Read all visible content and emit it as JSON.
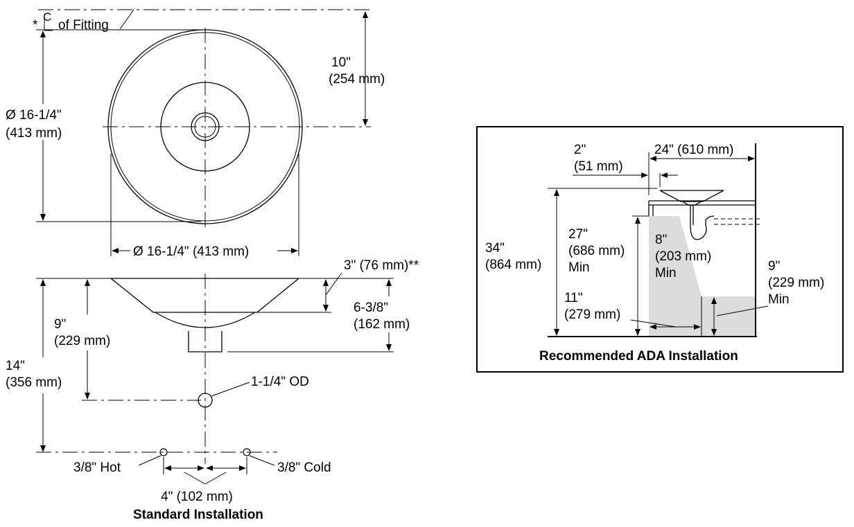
{
  "standard": {
    "fitting_prefix": "*",
    "fitting_label": "of Fitting",
    "dim_10_in": "10\"",
    "dim_10_mm": "(254 mm)",
    "dia_v_in": "Ø 16-1/4\"",
    "dia_v_mm": "(413 mm)",
    "dia_h": "Ø 16-1/4\" (413 mm)",
    "dim_3": "3\" (76 mm)**",
    "dim_9_in": "9\"",
    "dim_9_mm": "(229 mm)",
    "dim_638_in": "6-3/8\"",
    "dim_638_mm": "(162 mm)",
    "dim_14_in": "14\"",
    "dim_14_mm": "(356 mm)",
    "drain_od": "1-1/4\" OD",
    "hot": "3/8\" Hot",
    "cold": "3/8\" Cold",
    "spacing": "4\" (102 mm)",
    "caption": "Standard Installation"
  },
  "ada": {
    "dim_2_in": "2\"",
    "dim_2_mm": "(51 mm)",
    "dim_24": "24\" (610 mm)",
    "dim_34_in": "34\"",
    "dim_34_mm": "(864 mm)",
    "dim_27_in": "27\"",
    "dim_27_mm": "(686 mm)",
    "dim_27_min": "Min",
    "dim_8_in": "8\"",
    "dim_8_mm": "(203 mm)",
    "dim_8_min": "Min",
    "dim_11_in": "11\"",
    "dim_11_mm": "(279 mm)",
    "dim_9_in": "9\"",
    "dim_9_mm": "(229 mm)",
    "dim_9_min": "Min",
    "caption": "Recommended ADA Installation",
    "knee_fill": "#dcdcdc"
  }
}
